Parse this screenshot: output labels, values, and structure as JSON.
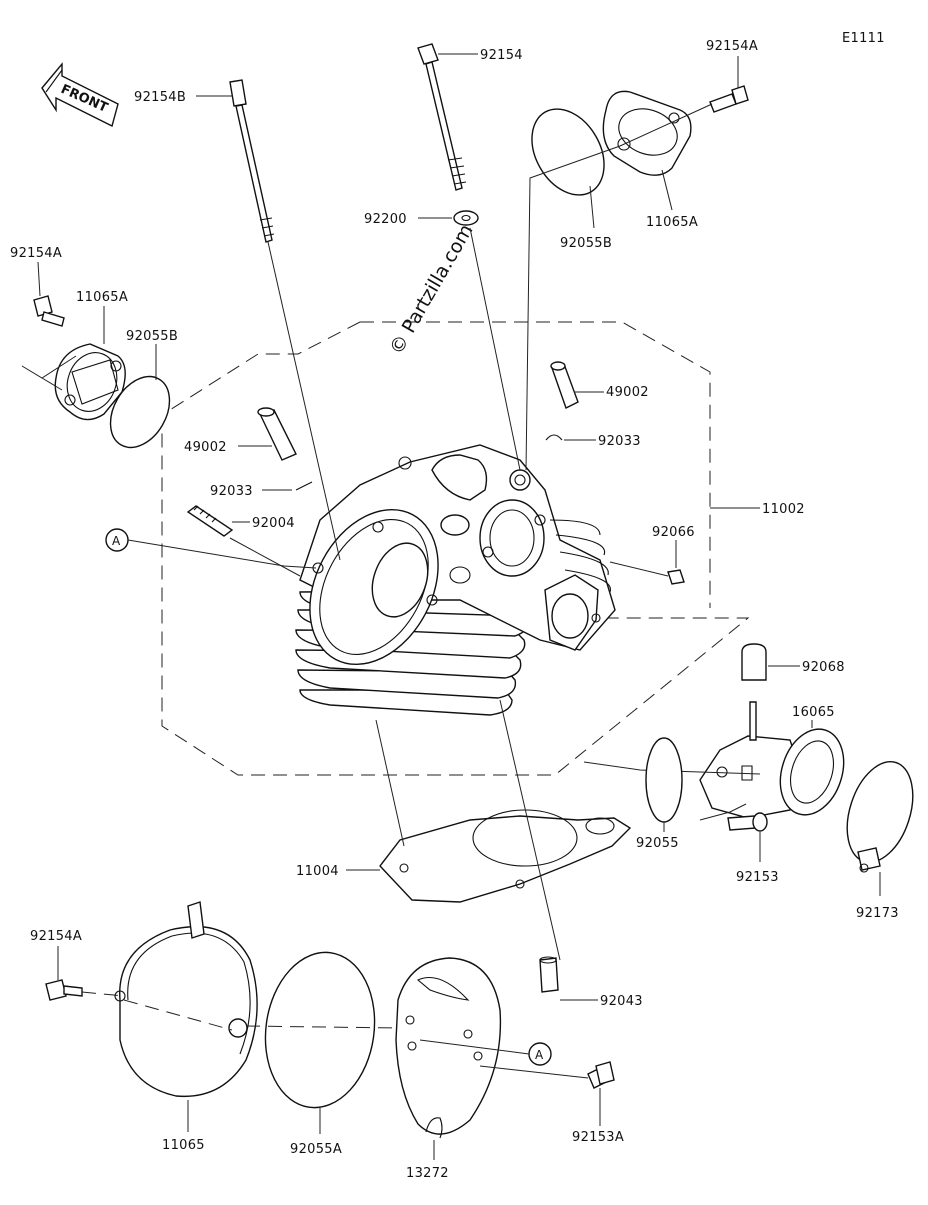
{
  "diagram_code": "E1111",
  "front_label": "FRONT",
  "watermark": "© Partzilla.com",
  "ref_marker": "A",
  "labels": {
    "p92154": "92154",
    "p92154A_top": "92154A",
    "p92154B": "92154B",
    "p92154A_left": "92154A",
    "p11065A_left": "11065A",
    "p92055B_left": "92055B",
    "p92200": "92200",
    "p92055B_top": "92055B",
    "p11065A_top": "11065A",
    "p49002_right": "49002",
    "p92033_right": "92033",
    "p49002_left": "49002",
    "p92033_left": "92033",
    "p92004": "92004",
    "p11002": "11002",
    "p92066": "92066",
    "p92068": "92068",
    "p16065": "16065",
    "p92055": "92055",
    "p92153": "92153",
    "p92173": "92173",
    "p11004": "11004",
    "p92154A_bottom": "92154A",
    "p92043": "92043",
    "p11065": "11065",
    "p92055A": "92055A",
    "p13272": "13272",
    "p92153A": "92153A"
  }
}
